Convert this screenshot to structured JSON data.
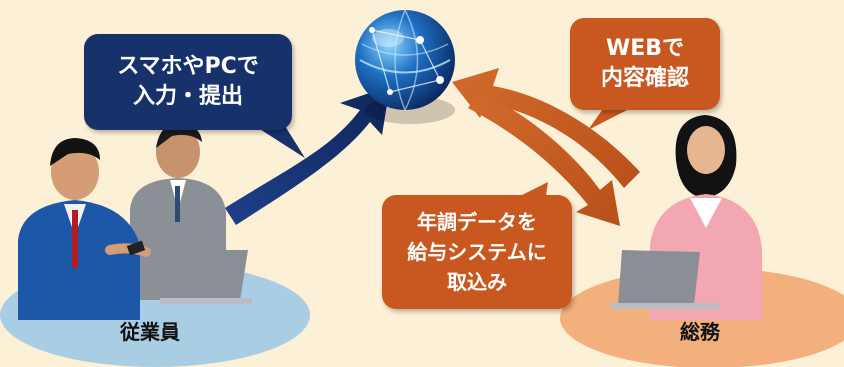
{
  "employee_bubble": {
    "lines": [
      "スマホやPCで",
      "入力・提出"
    ],
    "color": "#17316b"
  },
  "web_bubble": {
    "lines": [
      "WEBで",
      "内容確認"
    ],
    "color": "#c8581f"
  },
  "import_bubble": {
    "lines": [
      "年調データを",
      "給与システムに",
      "取込み"
    ],
    "color": "#c8581f"
  },
  "labels": {
    "employees": "従業員",
    "general_affairs": "総務"
  },
  "colors": {
    "background": "#fcf0d6",
    "navy_arrow": "#17316b",
    "orange_arrow": "#c8581f"
  },
  "icons": {
    "center": "globe-icon"
  }
}
